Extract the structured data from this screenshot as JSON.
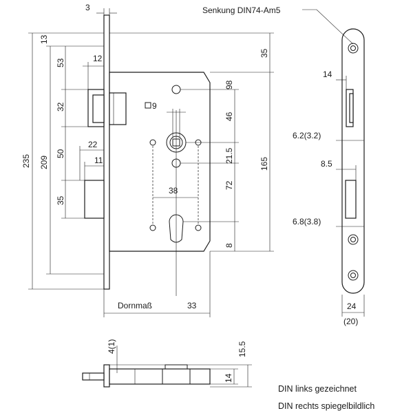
{
  "dimensions": {
    "d3": "3",
    "d13": "13",
    "d35_top": "35",
    "d53": "53",
    "d12": "12",
    "d98": "98",
    "d32": "32",
    "d9": "9",
    "d46": "46",
    "d235": "235",
    "d209": "209",
    "d22": "22",
    "d50": "50",
    "d11": "11",
    "d21_5": "21.5",
    "d165": "165",
    "d72": "72",
    "d38": "38",
    "d35_low": "35",
    "d8": "8",
    "d33": "33",
    "dornmass": "Dornmaß",
    "d14_side": "14",
    "d6_2": "6.2(3.2)",
    "d8_5": "8.5",
    "d6_8": "6.8(3.8)",
    "d24": "24",
    "d20": "(20)",
    "d4_1": "4(1)",
    "d15_5": "15.5",
    "d14_bottom": "14"
  },
  "labels": {
    "senkung": "Senkung DIN74-Am5",
    "din_links": "DIN links gezeichnet",
    "din_rechts": "DIN rechts spiegelbildlich"
  }
}
